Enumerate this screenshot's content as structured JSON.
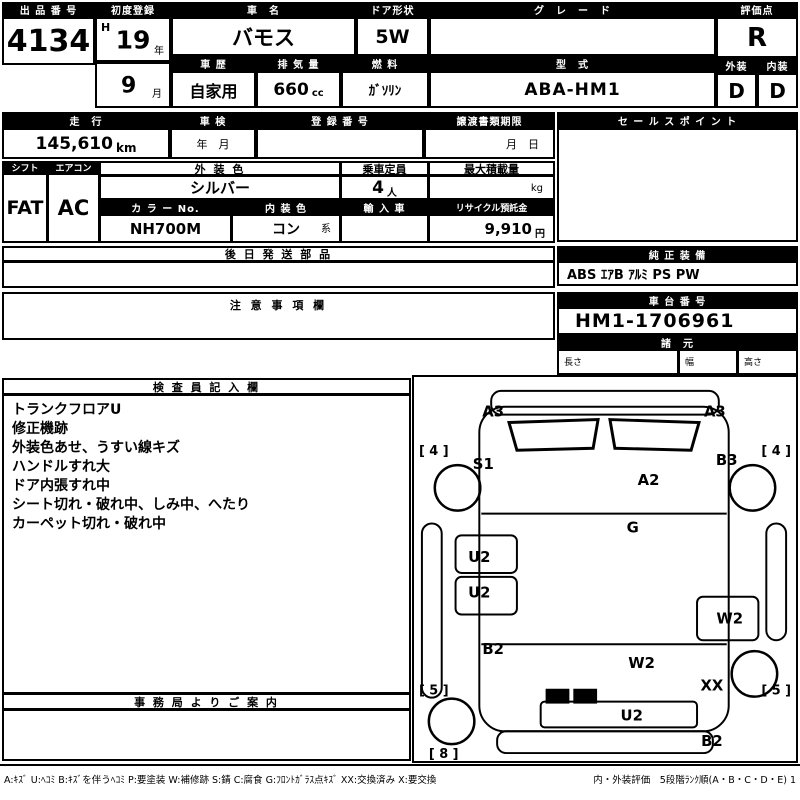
{
  "top": {
    "auction_no_label": "出 品 番 号",
    "auction_no": "4134",
    "first_reg_label": "初度登録",
    "era": "H",
    "year": "19",
    "year_unit": "年",
    "month": "9",
    "month_unit": "月",
    "car_name_label": "車　名",
    "car_name": "バモス",
    "door_label": "ドア形状",
    "door": "5W",
    "grade_label": "グ　レ　ー　ド",
    "grade": "",
    "score_label": "評価点",
    "score": "R",
    "history_label": "車 歴",
    "history": "自家用",
    "displacement_label": "排 気 量",
    "displacement": "660",
    "displacement_unit": "cc",
    "fuel_label": "燃 料",
    "fuel": "ｶﾞｿﾘﾝ",
    "model_label": "型　式",
    "model": "ABA-HM1",
    "exterior_label": "外装",
    "interior_label": "内装",
    "exterior_score": "D",
    "interior_score": "D"
  },
  "mileage": {
    "label": "走　行",
    "value": "145,610",
    "unit": "km",
    "inspection_label": "車 検",
    "inspection_value": "年　月",
    "reg_no_label": "登 録 番 号",
    "reg_no": "",
    "transfer_label": "譲渡書類期限",
    "transfer_value": "月　日",
    "sales_label": "セ ー ル ス ポ イ ン ト",
    "sales_value": ""
  },
  "spec": {
    "shift_label": "シフト",
    "shift": "FAT",
    "aircon_label": "エアコン",
    "aircon": "AC",
    "ext_color_label": "外 装 色",
    "ext_color": "シルバー",
    "capacity_label": "乗車定員",
    "capacity": "4",
    "capacity_unit": "人",
    "max_load_label": "最大積載量",
    "max_load": "",
    "max_load_unit": "kg",
    "color_no_label": "カ ラ ー No.",
    "color_no": "NH700M",
    "int_color_label": "内 装 色",
    "int_color": "コン",
    "int_color_unit": "系",
    "import_label": "輸 入 車",
    "import_value": "",
    "recycle_label": "リサイクル預託金",
    "recycle_value": "9,910",
    "recycle_unit": "円"
  },
  "parts": {
    "later_label": "後 日 発 送 部 品",
    "later_value": "",
    "equipment_label": "純 正 装 備",
    "equipment": "ABS ｴｱB ｱﾙﾐ PS PW"
  },
  "notice": {
    "label": "注 意 事 項 欄",
    "value": ""
  },
  "chassis": {
    "label": "車 台 番 号",
    "value": "HM1-1706961",
    "spec_label": "諸　元",
    "length_label": "長さ",
    "width_label": "幅",
    "height_label": "高さ"
  },
  "inspector": {
    "label": "検 査 員 記 入 欄",
    "lines": [
      "トランクフロアU",
      "修正機跡",
      "外装色あせ、うすい線キズ",
      "ハンドルすれ大",
      "ドア内張すれ中",
      "シート切れ・破れ中、しみ中、へたり",
      "カーペット切れ・破れ中"
    ]
  },
  "office": {
    "label": "事 務 局 よ り ご 案 内",
    "value": ""
  },
  "diagram": {
    "labels": [
      "A3",
      "A3",
      "[ 4 ]",
      "[ 4 ]",
      "S1",
      "B3",
      "A2",
      "G",
      "U2",
      "U2",
      "W2",
      "B2",
      "W2",
      "XX",
      "[ 5 ]",
      "[ 5 ]",
      "U2",
      "B2",
      "[ 8 ]"
    ]
  },
  "footer": {
    "legend": "A:ｷｽﾞ U:ﾍｺﾐ B:ｷｽﾞを伴うﾍｺﾐ P:要塗装 W:補修跡 S:錆 C:腐食 G:ﾌﾛﾝﾄｶﾞﾗｽ点ｷｽﾞ XX:交換済み X:要交換",
    "rank_note": "内・外装評価　5段階ﾗﾝｸ順(A・B・C・D・E) 1"
  },
  "colors": {
    "header_bg": "#000000",
    "paper": "#ffffff",
    "ink": "#000000"
  }
}
